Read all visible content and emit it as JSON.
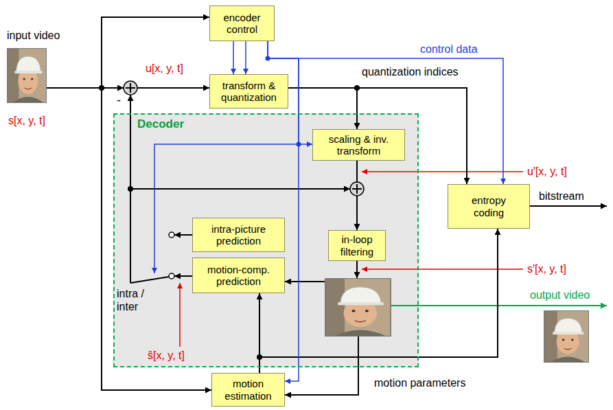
{
  "diagram": {
    "nodes": [
      {
        "text": [
          "encoder control"
        ]
      },
      {
        "text": [
          "transform & quantization"
        ]
      },
      {
        "text": [
          "Decoder"
        ]
      },
      {
        "text": [
          "scaling & inv. transform"
        ],
        "in": 2
      },
      {
        "text": [
          "in-loop filtering"
        ],
        "in": 2
      },
      {
        "text": [
          "intra-picture prediction"
        ],
        "in": 2
      },
      {
        "text": [
          "motion-comp. prediction"
        ],
        "in": 2
      },
      {
        "text": [
          "entropy coding"
        ]
      },
      {
        "text": [
          "motion estimation"
        ]
      }
    ],
    "edges": [
      {
        "from": 0,
        "to": 1,
        "arrow": "to"
      },
      {
        "from": 0,
        "to": 1,
        "arrow": "to"
      },
      {
        "from": 1,
        "to": 3,
        "arrow": "to"
      },
      {
        "from": 1,
        "to": 7,
        "arrow": "to"
      },
      {
        "from": 0,
        "to": 7,
        "arrow": "to"
      },
      {
        "from": 0,
        "to": 3,
        "arrow": "to"
      },
      {
        "from": 3,
        "to": 4,
        "arrow": "to"
      },
      {
        "from": 8,
        "to": 6,
        "arrow": "to"
      },
      {
        "from": 8,
        "to": 7,
        "arrow": "to"
      },
      {
        "from": 0,
        "to": 8,
        "arrow": "to"
      }
    ],
    "labels": [
      "input video",
      "s[x, y, t]",
      "u[x, y, t]",
      "-",
      "control data",
      "quantization indices",
      "u′[x, y, t]",
      "bitstream",
      "s′[x, y, t]",
      "intra / inter",
      "output video",
      "ŝ[x, y, t]",
      "motion parameters"
    ]
  }
}
